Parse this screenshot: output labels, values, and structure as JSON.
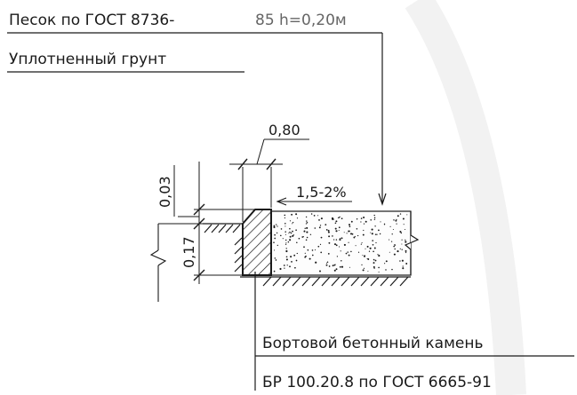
{
  "labels": {
    "sand_label_a": "Песок по ГОСТ 8736-",
    "sand_label_b": "85 h=0,20м",
    "soil_label": "Уплотненный грунт",
    "curb_label": "Бортовой бетонный камень",
    "curb_spec": "БР 100.20.8 по ГОСТ 6665-91"
  },
  "dimensions": {
    "top_width": "0,80",
    "slope": "1,5-2%",
    "height_top": "0,03",
    "height_main": "0,17"
  },
  "colors": {
    "ink": "#1a1a1a",
    "gray_text": "#666666",
    "watermark": "#f2f2f2"
  }
}
